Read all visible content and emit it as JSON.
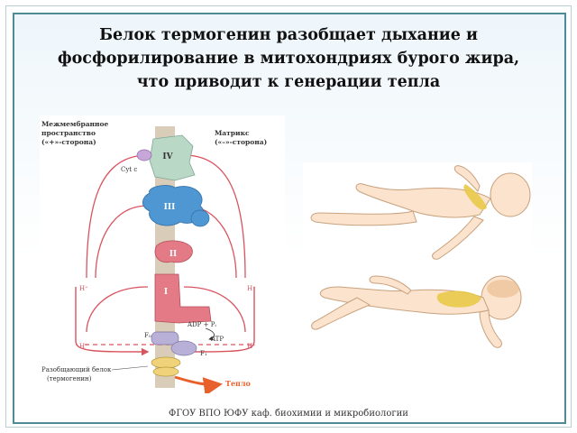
{
  "slide": {
    "title_lines": [
      "Белок термогенин разобщает дыхание и",
      "фосфорилирование в митохондриях бурого жира,",
      "что приводит к генерации тепла"
    ],
    "footer": "ФГОУ ВПО ЮФУ  каф. биохимии и микробиологии"
  },
  "diagram": {
    "left_heading": [
      "Межмембранное",
      "пространство",
      "(«+»-сторона)"
    ],
    "right_heading": [
      "Матрикс",
      "(«–»-сторона)"
    ],
    "complexes": [
      "IV",
      "III",
      "II",
      "I"
    ],
    "cyt_c": "Cyt c",
    "h_plus": "H⁺",
    "adp_pi": "ADP + Pᵢ",
    "atp": "ATP",
    "f0": "F₀",
    "f1": "F₁",
    "uncoupler_label": [
      "Разобщающий белок",
      "(термогенин)"
    ],
    "heat_label": "Тепло"
  },
  "colors": {
    "border": "#4e8b95",
    "complex_iv": "#b9d8c6",
    "complex_iii": "#4f97d3",
    "complex_i_ii": "#e37a86",
    "membrane": "#d9ccb8",
    "heat": "#e8612c",
    "fat": "#e8c94a"
  }
}
